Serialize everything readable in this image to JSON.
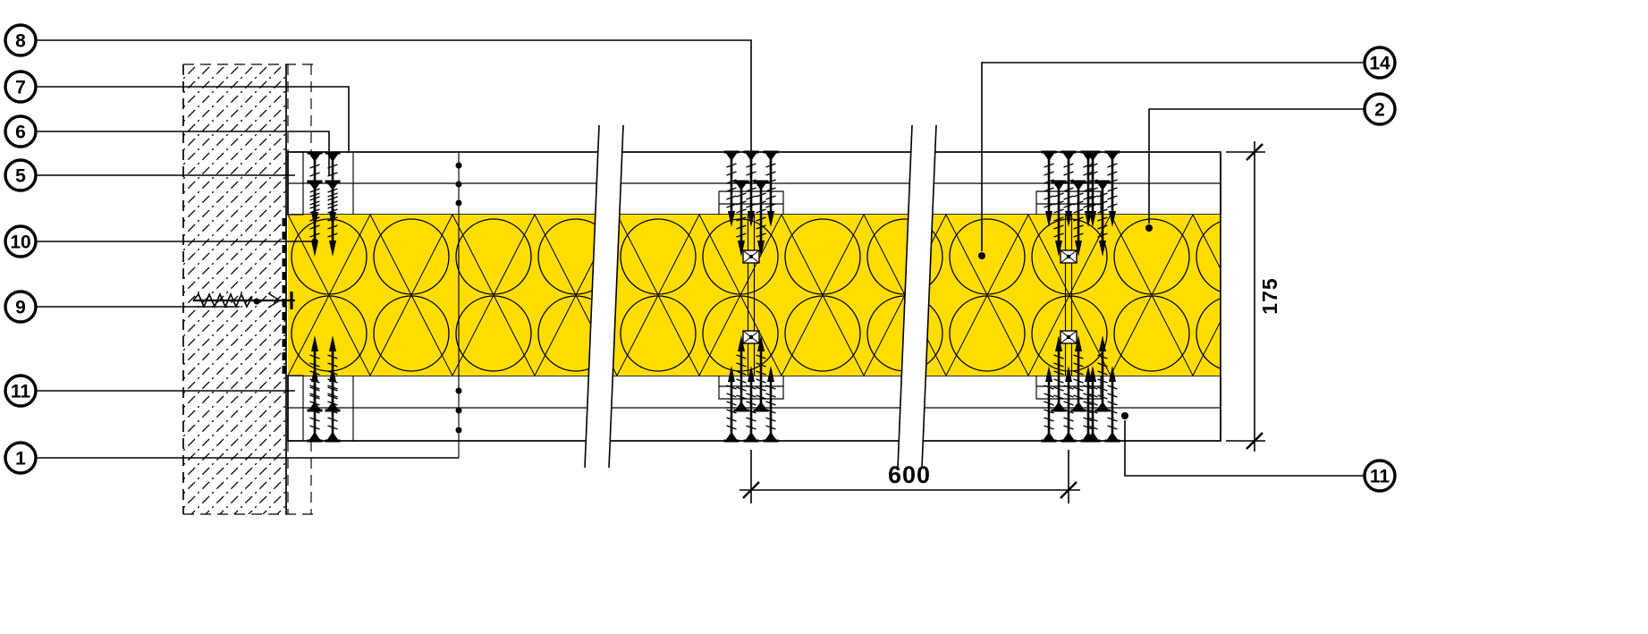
{
  "colors": {
    "board": "#d9a7b0",
    "insulation": "#ffdd00",
    "line": "#000000",
    "background": "#ffffff"
  },
  "callouts": {
    "left": [
      {
        "label": "8"
      },
      {
        "label": "7"
      },
      {
        "label": "6"
      },
      {
        "label": "5"
      },
      {
        "label": "10"
      },
      {
        "label": "9"
      },
      {
        "label": "11"
      },
      {
        "label": "1"
      }
    ],
    "right": [
      {
        "label": "14"
      },
      {
        "label": "2"
      },
      {
        "label": "11"
      }
    ]
  },
  "dimensions": {
    "thickness": "175",
    "stud_spacing": "600"
  }
}
